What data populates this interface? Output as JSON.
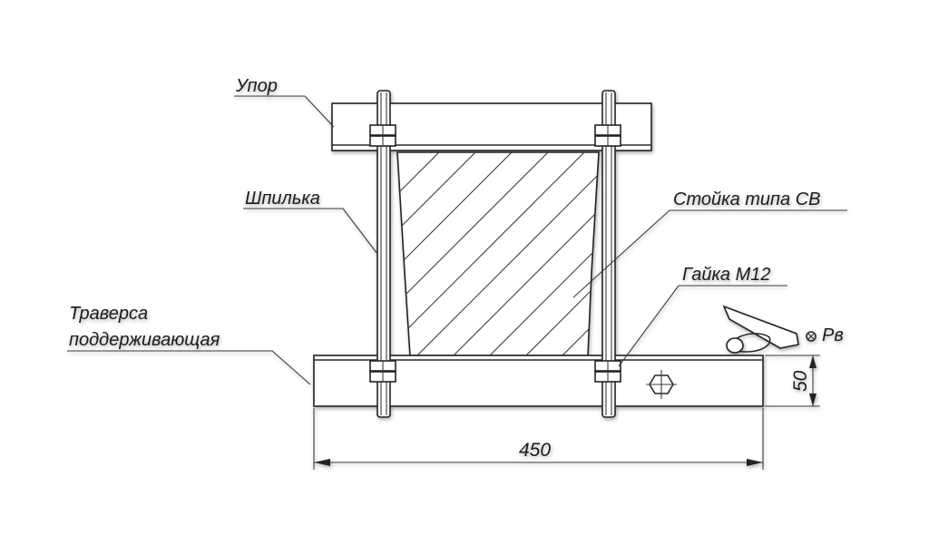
{
  "labels": {
    "upor": "Упор",
    "shpilka": "Шпилька",
    "stoika": "Стойка типа СВ",
    "gaika": "Гайка М12",
    "traversa_line1": "Траверса",
    "traversa_line2": "поддерживающая",
    "pv": "Рв"
  },
  "dimensions": {
    "width": "450",
    "height": "50"
  },
  "colors": {
    "line": "#2a2a2a",
    "background": "#ffffff"
  }
}
